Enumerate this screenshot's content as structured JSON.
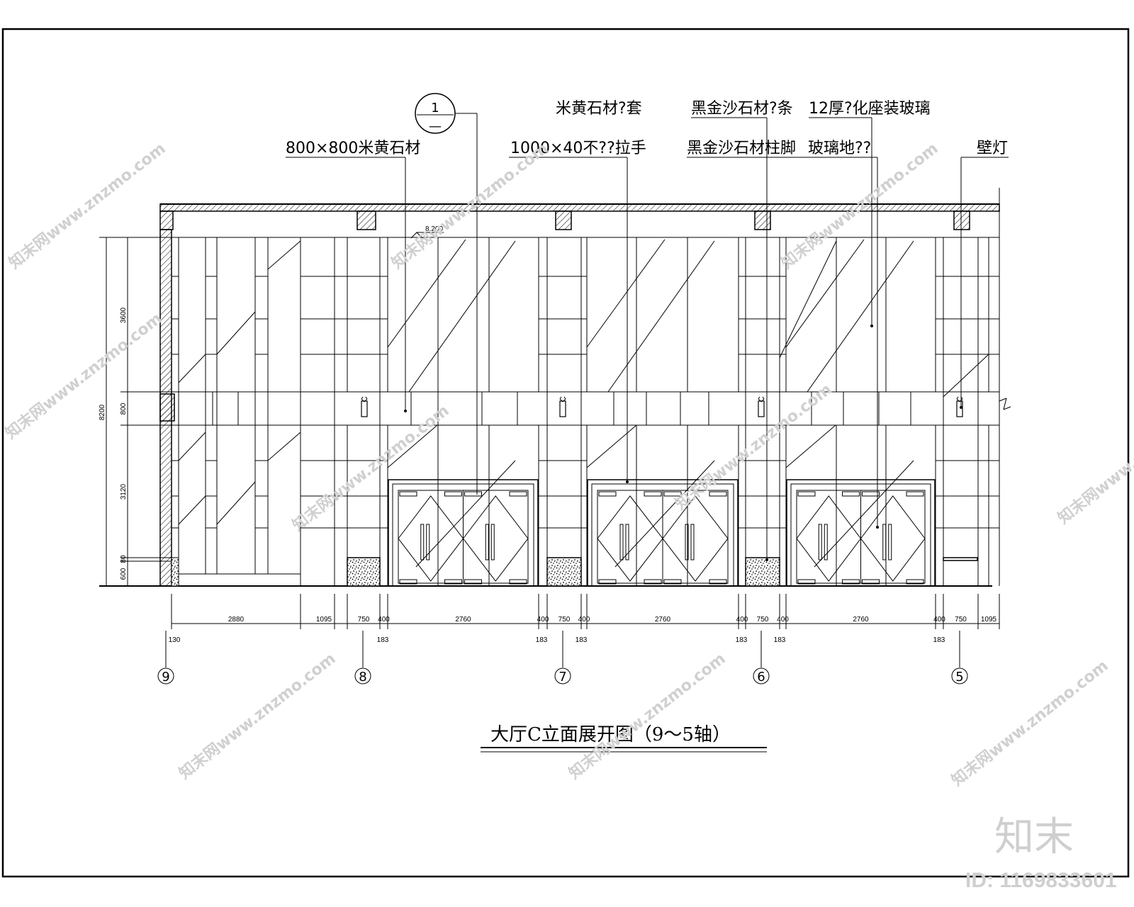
{
  "annotations": [
    "800×800米黄石材",
    "1000×40不??拉手",
    "米黄石材?套",
    "黑金沙石材?条",
    "黑金沙石材柱脚",
    "12厚?化座装玻璃",
    "玻璃地??",
    "壁灯"
  ],
  "section_symbol": {
    "top": "1",
    "bottom": "—"
  },
  "level_mark": "8.200",
  "vertical_dimensions": [
    "3600",
    "800",
    "3120",
    "80",
    "600",
    "8200"
  ],
  "horizontal_dimensions": [
    "2880",
    "1095",
    "750",
    "400",
    "2760",
    "400",
    "750",
    "400",
    "2760",
    "400",
    "750",
    "400",
    "2760",
    "400",
    "750",
    "1095"
  ],
  "offset_dimensions": [
    "130",
    "183",
    "183",
    "183",
    "183",
    "183",
    "183"
  ],
  "axes": [
    "9",
    "8",
    "7",
    "6",
    "5"
  ],
  "title": "大厅C立面展开图（9～5轴）",
  "watermark": {
    "text": "知末网www.znzmo.com",
    "logo": "知末",
    "id": "ID: 1169833601"
  }
}
